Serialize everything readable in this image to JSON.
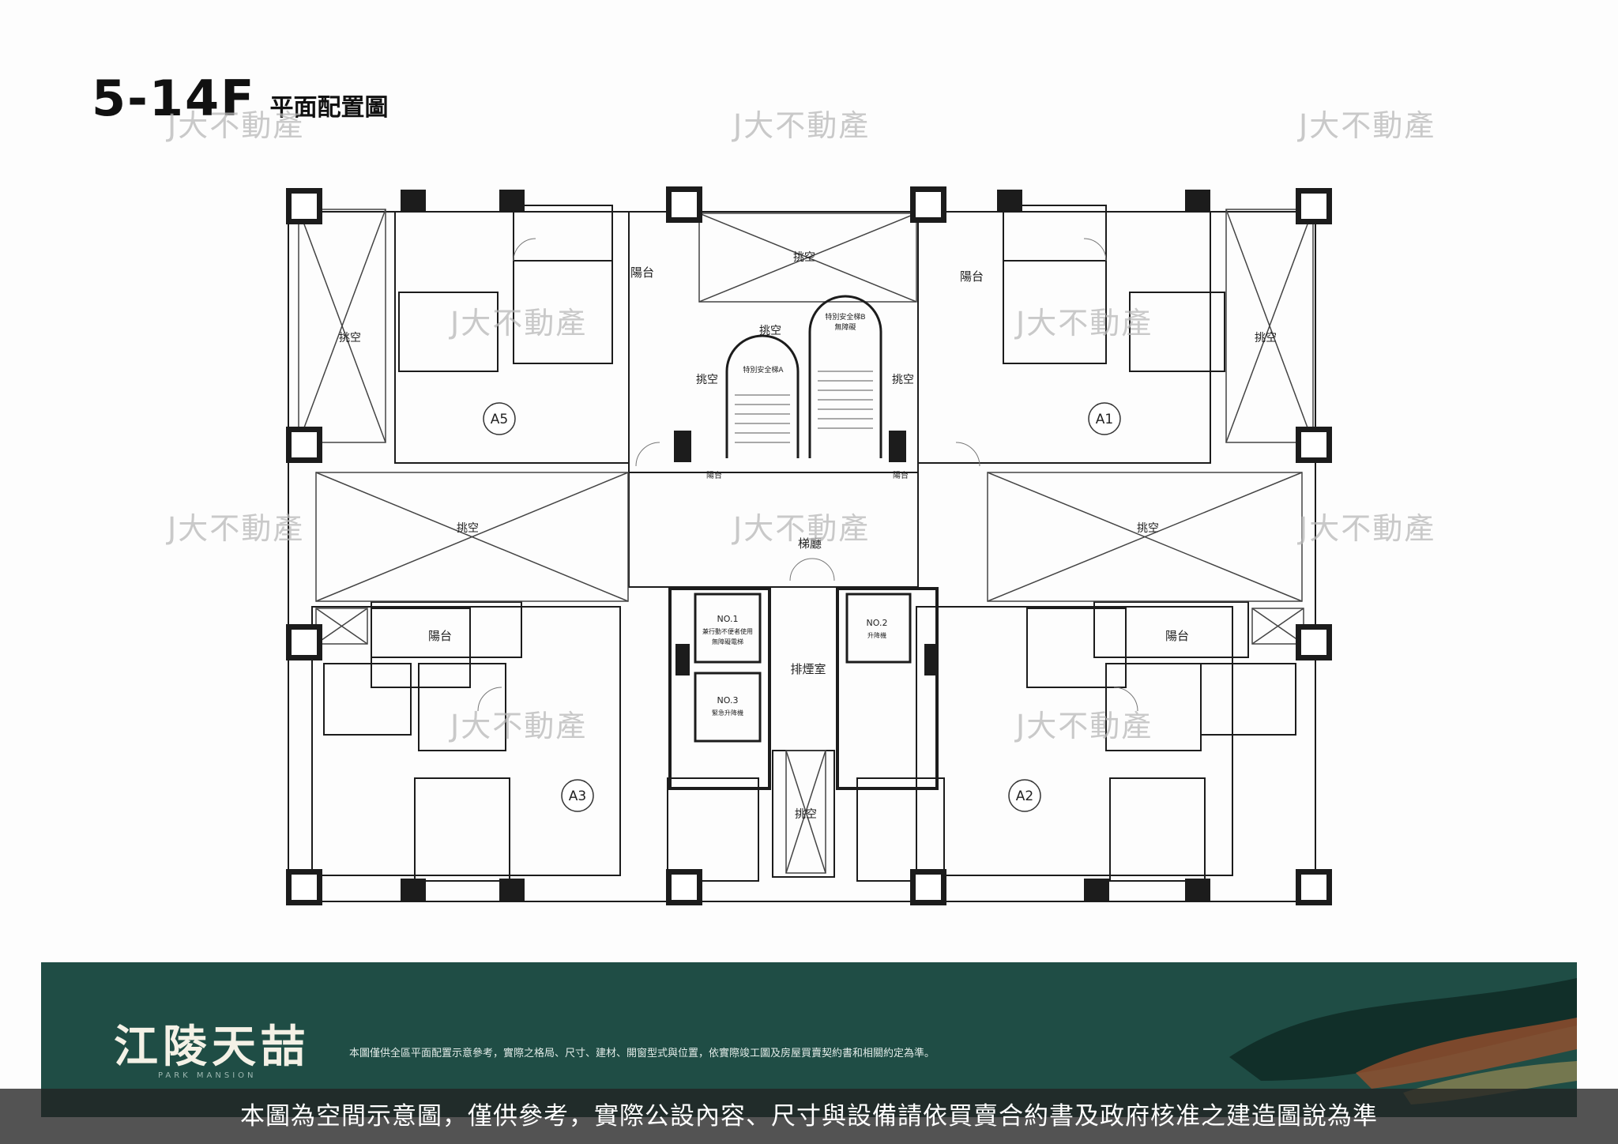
{
  "header": {
    "floor": "5-14F",
    "title": "平面配置圖"
  },
  "watermarks": [
    "J大不動產",
    "J大不動產",
    "J大不動產",
    "J大不動產",
    "J大不動產",
    "J大不動產",
    "J大不動產",
    "J大不動產",
    "J大不動產",
    "J大不動產"
  ],
  "plan": {
    "units": [
      "A5",
      "A1",
      "A3",
      "A2"
    ],
    "void": "挑空",
    "balcony": "陽台",
    "lobby": "梯廳",
    "smoke_room": "排煙室",
    "stair_a": "特別安全梯A",
    "stair_b": "特別安全梯B",
    "stair_b_sub": "無障礙",
    "balcony_small": "陽台",
    "elevators": [
      {
        "no": "NO.1",
        "line1": "兼行動不便者使用",
        "line2": "無障礙電梯"
      },
      {
        "no": "NO.2",
        "line1": "升降機",
        "line2": ""
      },
      {
        "no": "NO.3",
        "line1": "緊急升降機",
        "line2": ""
      }
    ]
  },
  "banner": {
    "logo": "江陵天喆",
    "logo_sub": "PARK MANSION",
    "disclaimer": "本圖僅供全區平面配置示意參考，實際之格局、尺寸、建材、開窗型式與位置，依實際竣工圖及房屋買賣契約書和相關約定為準。"
  },
  "caption": "本圖為空間示意圖，僅供參考，實際公設內容、尺寸與設備請依買賣合約書及政府核准之建造圖說為準",
  "colors": {
    "wall": "#1c1c1c",
    "banner": "#1f4d45"
  }
}
